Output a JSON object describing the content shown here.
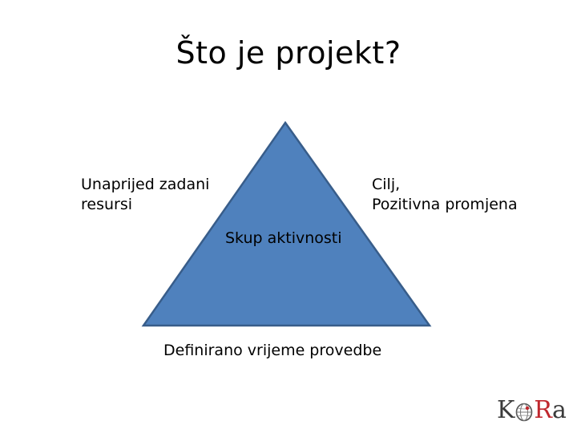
{
  "slide": {
    "title": "Što je projekt?"
  },
  "diagram": {
    "shape": "triangle",
    "fill_color": "#4f81bd",
    "border_color": "#385d8a",
    "labels": {
      "left_line1": "Unaprijed zadani",
      "left_line2": "resursi",
      "right_line1": "Cilj,",
      "right_line2": "Pozitivna promjena",
      "center": "Skup aktivnosti",
      "bottom": "Definirano vrijeme provedbe"
    }
  },
  "logo": {
    "letter_k": "K",
    "letter_r": "R",
    "letter_a": "a",
    "icon": "globe-icon",
    "accent_color": "#c0272d"
  }
}
